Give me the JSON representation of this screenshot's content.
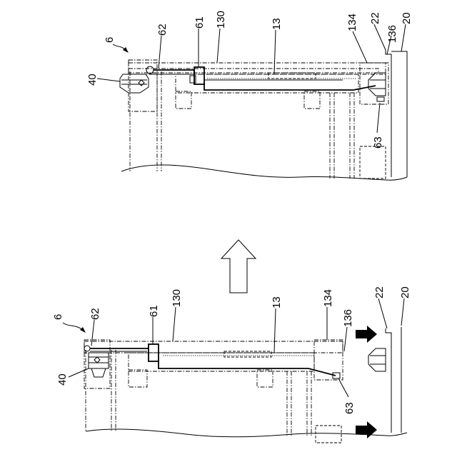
{
  "top_view": {
    "labels": {
      "ref_6": "6",
      "ref_62": "62",
      "ref_61": "61",
      "ref_130": "130",
      "ref_13": "13",
      "ref_134": "134",
      "ref_22": "22",
      "ref_136": "136",
      "ref_20": "20",
      "ref_40": "40",
      "ref_63": "63"
    }
  },
  "bottom_view": {
    "labels": {
      "ref_6": "6",
      "ref_62": "62",
      "ref_61": "61",
      "ref_130": "130",
      "ref_13": "13",
      "ref_134": "134",
      "ref_136": "136",
      "ref_22": "22",
      "ref_20": "20",
      "ref_40": "40",
      "ref_63": "63"
    }
  },
  "colors": {
    "ink": "#000000",
    "paper": "#ffffff"
  }
}
